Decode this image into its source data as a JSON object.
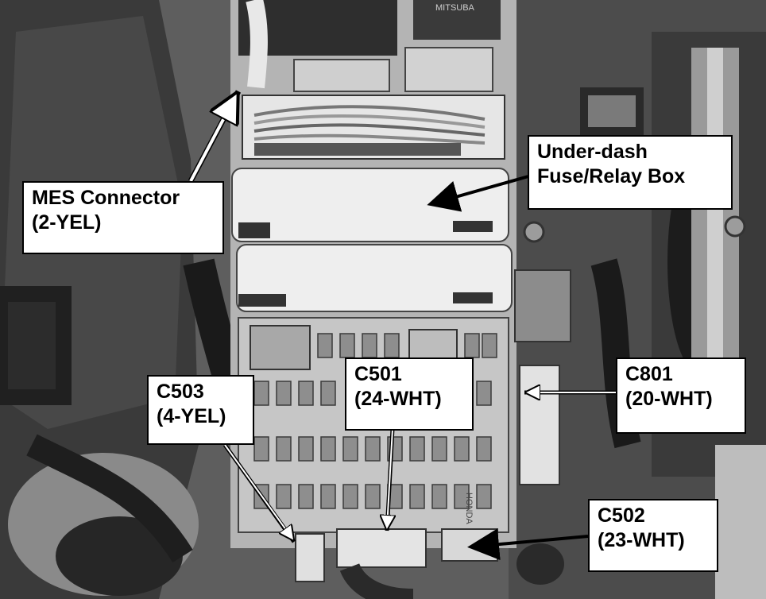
{
  "callouts": {
    "mes_connector": {
      "line1": "MES Connector",
      "line2": "(2-YEL)"
    },
    "under_dash_box": {
      "line1": "Under-dash",
      "line2": "Fuse/Relay Box"
    },
    "c503": {
      "line1": "C503",
      "line2": "(4-YEL)"
    },
    "c501": {
      "line1": "C501",
      "line2": "(24-WHT)"
    },
    "c801": {
      "line1": "C801",
      "line2": "(20-WHT)"
    },
    "c502": {
      "line1": "C502",
      "line2": "(23-WHT)"
    }
  },
  "photo_text": {
    "relay_brand": "MITSUBA",
    "fuse_box_brand": "HONDA"
  },
  "colors": {
    "label_bg": "#ffffff",
    "label_border": "#000000",
    "arrow": "#000000"
  }
}
